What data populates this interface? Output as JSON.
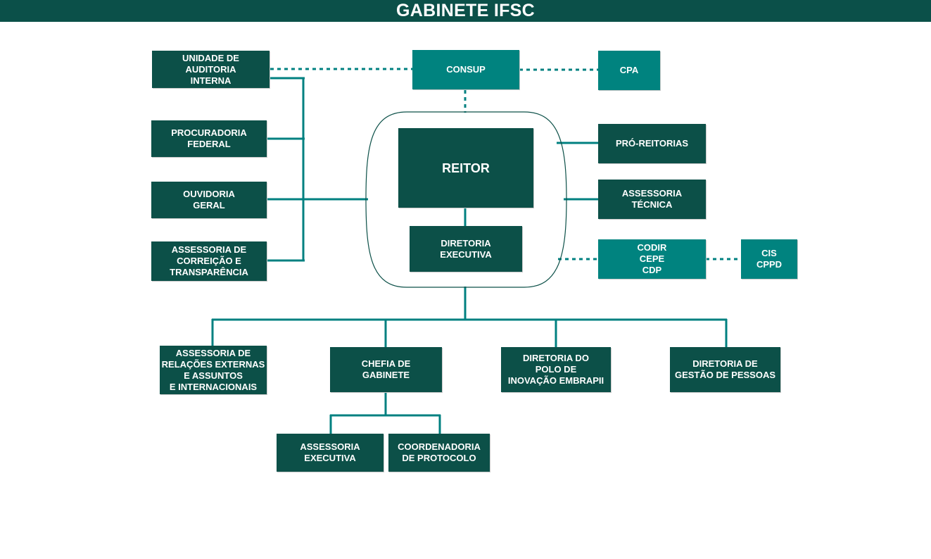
{
  "header": {
    "title": "GABINETE IFSC"
  },
  "colors": {
    "dark_box": "#0c5048",
    "teal_box": "#00837f",
    "line": "#008080",
    "header_bg": "#0b5049",
    "text": "#ffffff"
  },
  "nodes": {
    "auditoria": "UNIDADE DE\nAUDITORIA\nINTERNA",
    "consup": "CONSUP",
    "cpa": "CPA",
    "procuradoria": "PROCURADORIA\nFEDERAL",
    "ouvidoria": "OUVIDORIA\nGERAL",
    "correicao": "ASSESSORIA DE\nCORREIÇÃO E\nTRANSPARÊNCIA",
    "reitor": "REITOR",
    "diretoria_executiva": "DIRETORIA\nEXECUTIVA",
    "pro_reitorias": "PRÓ-REITORIAS",
    "assessoria_tecnica": "ASSESSORIA\nTÉCNICA",
    "codir": "CODIR\nCEPE\nCDP",
    "cis": "CIS\nCPPD",
    "relacoes_externas": "ASSESSORIA DE\nRELAÇÕES EXTERNAS\nE ASSUNTOS\nE INTERNACIONAIS",
    "chefia_gabinete": "CHEFIA DE\nGABINETE",
    "polo_embrapii": "DIRETORIA DO\nPOLO DE\nINOVAÇÃO EMBRAPII",
    "gestao_pessoas": "DIRETORIA DE\nGESTÃO DE PESSOAS",
    "assessoria_executiva": "ASSESSORIA\nEXECUTIVA",
    "protocolo": "COORDENADORIA\nDE PROTOCOLO"
  }
}
